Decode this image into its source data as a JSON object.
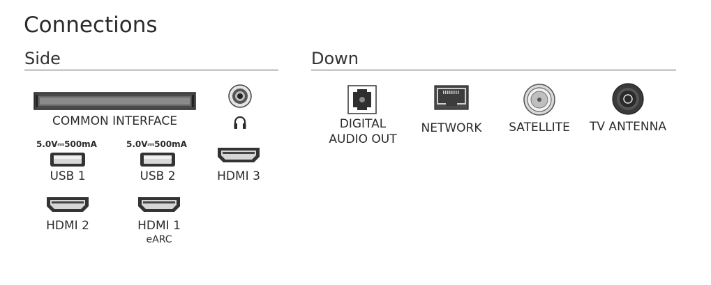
{
  "title": "Connections",
  "sections": {
    "side": "Side",
    "down": "Down"
  },
  "side": {
    "common_interface": "COMMON INTERFACE",
    "usb1": {
      "label": "USB 1",
      "spec": "5.0V⎓500mA"
    },
    "usb2": {
      "label": "USB 2",
      "spec": "5.0V⎓500mA"
    },
    "hdmi1": {
      "label": "HDMI 1",
      "sub": "eARC"
    },
    "hdmi2": {
      "label": "HDMI 2"
    },
    "hdmi3": {
      "label": "HDMI 3"
    },
    "headphone_icon": "headphones-icon"
  },
  "down": {
    "digital_audio_line1": "DIGITAL",
    "digital_audio_line2": "AUDIO OUT",
    "network": "NETWORK",
    "satellite": "SATELLITE",
    "tv_antenna": "TV ANTENNA"
  },
  "colors": {
    "text": "#2b2b2b",
    "rule": "#555555",
    "port_dark": "#333333",
    "port_light": "#d8d8d8"
  }
}
